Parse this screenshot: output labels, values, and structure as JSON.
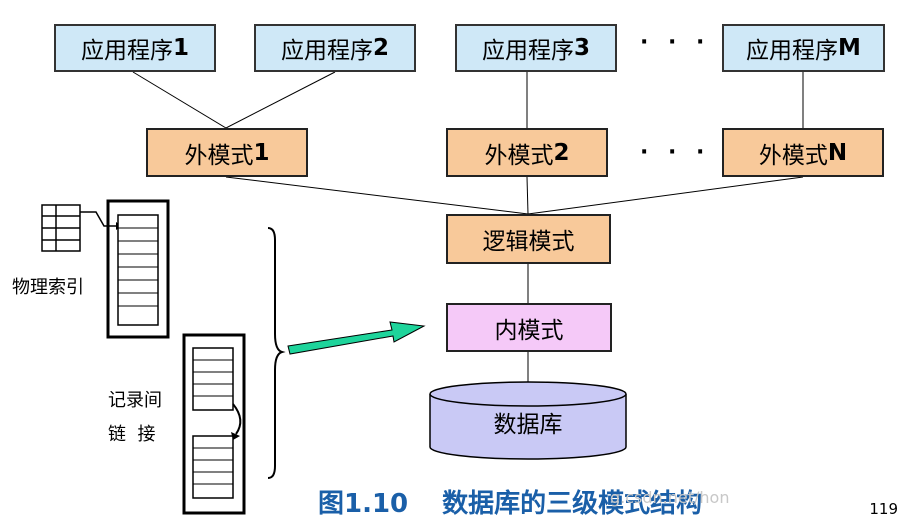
{
  "applications": [
    {
      "label": "应用程序",
      "num": "1"
    },
    {
      "label": "应用程序",
      "num": "2"
    },
    {
      "label": "应用程序",
      "num": "3"
    },
    {
      "label": "应用程序",
      "num": "M"
    }
  ],
  "external_schemas": [
    {
      "label": "外模式",
      "num": "1"
    },
    {
      "label": "外模式",
      "num": "2"
    },
    {
      "label": "外模式",
      "num": "N"
    }
  ],
  "ellipsis": "· · ·",
  "logical_schema": "逻辑模式",
  "internal_schema": "内模式",
  "database": "数据库",
  "physical_index_label": "物理索引",
  "record_link_label_1": "记录间",
  "record_link_label_2": "链  接",
  "caption": {
    "figure": "图1.10",
    "title": "数据库的三级模式结构"
  },
  "page_number": "119",
  "watermark": "g.csdn.net/hon",
  "colors": {
    "application_fill": "#cfe8f7",
    "schema_fill": "#f8c99a",
    "internal_fill": "#f5c9f8",
    "database_fill": "#c9c9f5",
    "arrow_fill": "#1ed49b",
    "caption_color": "#1a5fa8"
  }
}
